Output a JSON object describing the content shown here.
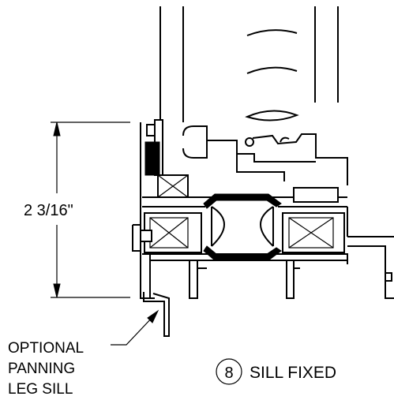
{
  "dimension": {
    "label": "2 3/16\""
  },
  "note": {
    "lines": [
      "OPTIONAL",
      "PANNING",
      "LEG SILL"
    ]
  },
  "detail": {
    "number": "8",
    "title": "SILL FIXED"
  }
}
